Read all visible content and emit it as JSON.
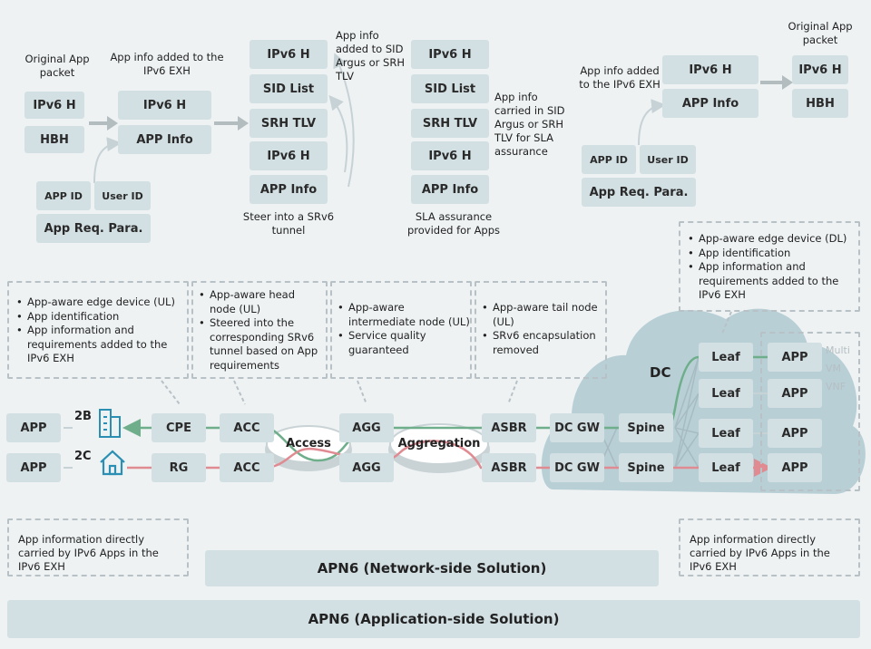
{
  "colors": {
    "box": "#d3e0e3",
    "green_arrow": "#6fae8a",
    "red_arrow": "#e08a92",
    "cloud": "#b8cfd5",
    "icon": "#2a8fb3"
  },
  "top": {
    "g1": {
      "title": "Original App packet",
      "ipv6h": "IPv6 H",
      "hbh": "HBH"
    },
    "g2": {
      "title": "App info added to the IPv6 EXH",
      "ipv6h": "IPv6 H",
      "app_info": "APP Info",
      "app_id": "APP ID",
      "user_id": "User ID",
      "app_req": "App Req. Para."
    },
    "g3": {
      "stack": [
        "IPv6 H",
        "SID List",
        "SRH TLV",
        "IPv6 H",
        "APP Info"
      ],
      "note": "App info added to SID Argus or SRH TLV",
      "caption": "Steer into a SRv6 tunnel"
    },
    "g4": {
      "stack": [
        "IPv6 H",
        "SID List",
        "SRH TLV",
        "IPv6 H",
        "APP Info"
      ],
      "note": "App info carried in SID Argus or SRH TLV for SLA assurance",
      "caption": "SLA assurance provided for Apps"
    },
    "g5": {
      "title": "App info added to the IPv6 EXH",
      "ipv6h": "IPv6 H",
      "app_info": "APP Info",
      "app_id": "APP ID",
      "user_id": "User ID",
      "app_req": "App Req. Para."
    },
    "g6": {
      "title": "Original App packet",
      "ipv6h": "IPv6 H",
      "hbh": "HBH"
    }
  },
  "callouts": {
    "c1": [
      "App-aware edge device (UL)",
      "App identification",
      "App information and requirements added to the IPv6 EXH"
    ],
    "c2": [
      "App-aware head node (UL)",
      "Steered into the corresponding SRv6 tunnel based on App requirements"
    ],
    "c3": [
      "App-aware intermediate node (UL)",
      "Service quality guaranteed"
    ],
    "c4": [
      "App-aware tail node (UL)",
      "SRv6 encapsulation removed"
    ],
    "c5": [
      "App-aware edge device (DL)",
      "App identification",
      "App information and requirements added to the IPv6 EXH"
    ]
  },
  "network": {
    "row1": {
      "app": "APP",
      "tag": "2B",
      "cpe": "CPE",
      "acc": "ACC",
      "agg": "AGG",
      "asbr": "ASBR",
      "dcgw": "DC GW",
      "spine": "Spine"
    },
    "row2": {
      "app": "APP",
      "tag": "2C",
      "rg": "RG",
      "acc": "ACC",
      "agg": "AGG",
      "asbr": "ASBR",
      "dcgw": "DC GW",
      "spine": "Spine"
    },
    "access": "Access",
    "aggregation": "Aggregation",
    "dc": "DC",
    "leaves": [
      "Leaf",
      "Leaf",
      "Leaf",
      "Leaf"
    ],
    "apps": [
      "APP",
      "APP",
      "APP",
      "APP"
    ],
    "tags": [
      "Multi",
      "VM",
      "VNF"
    ]
  },
  "bottom": {
    "left_note": "App information directly carried by IPv6 Apps in the IPv6 EXH",
    "right_note": "App information directly carried by IPv6 Apps in the IPv6 EXH",
    "network_band": "APN6 (Network-side Solution)",
    "app_band": "APN6 (Application-side Solution)"
  }
}
